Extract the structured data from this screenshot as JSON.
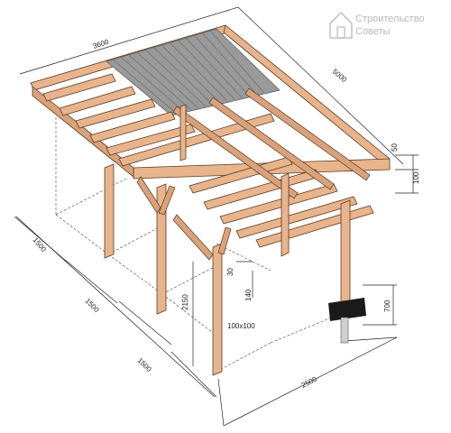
{
  "watermark": {
    "line1": "Строительство",
    "line2": "Советы"
  },
  "dimensions": {
    "roof_width": "3600",
    "roof_length": "5000",
    "joist_width": "50",
    "joist_height": "100",
    "bay_1": "1500",
    "bay_2": "1500",
    "bay_3": "1500",
    "post_height": "2150",
    "post_section": "100x100",
    "brace_offset": "30",
    "brace_height": "140",
    "post_spacing": "2500",
    "foundation_depth": "700"
  },
  "colors": {
    "wood": "#e8b48c",
    "wood_dark": "#c98c63",
    "roofing": "#9a9a9a",
    "metal": "#cfcfcf"
  }
}
